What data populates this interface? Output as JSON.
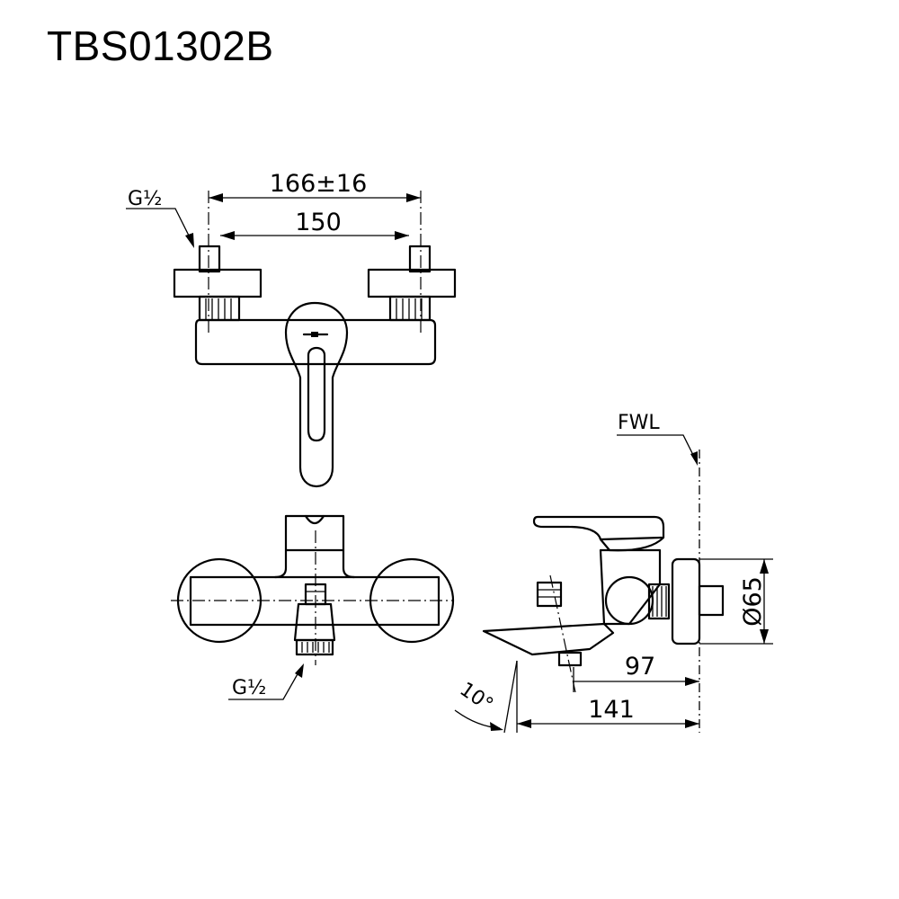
{
  "title": "TBS01302B",
  "labels": {
    "thread_top": "G½",
    "thread_bottom": "G½",
    "fwl": "FWL",
    "angle": "10°"
  },
  "dimensions": {
    "centers_range": "166±16",
    "inlet_spacing": "150",
    "flange_diameter": "Ø65",
    "spout_outlet": "97",
    "spout_length": "141"
  }
}
